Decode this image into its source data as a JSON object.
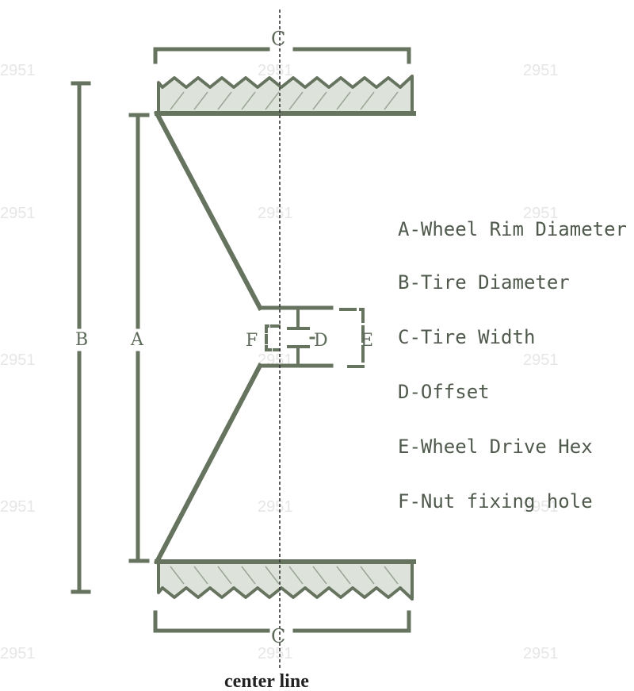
{
  "dimension_labels": {
    "a": "A",
    "b": "B",
    "c_top": "C",
    "c_bottom": "C",
    "d": "D",
    "e": "E",
    "f": "F"
  },
  "legend": [
    "A-Wheel Rim Diameter",
    "B-Tire Diameter",
    "C-Tire Width",
    "D-Offset",
    "E-Wheel Drive Hex",
    "F-Nut fixing hole"
  ],
  "center_line_label": "center line",
  "watermark": "2951",
  "colors": {
    "line": "#66735f",
    "tread_fill": "#dde3da",
    "text": "#4f5a4d"
  }
}
